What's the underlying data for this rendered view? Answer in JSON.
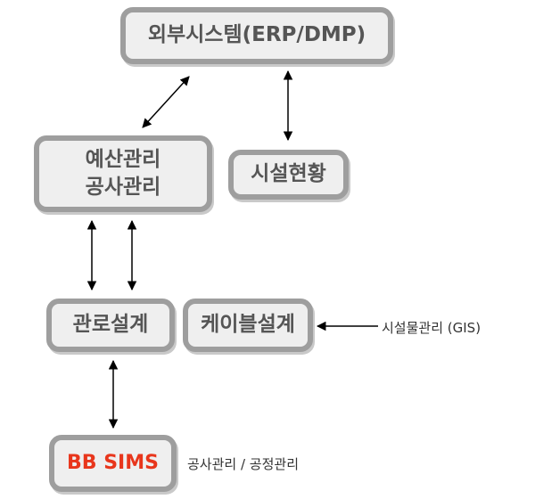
{
  "nodes": {
    "external": "외부시스템(ERP/DMP)",
    "budget_line1": "예산관리",
    "budget_line2": "공사관리",
    "facility": "시설현황",
    "conduit": "관로설계",
    "cable": "케이블설계",
    "sims": "BB SIMS"
  },
  "notes": {
    "gis": "시설물관리 (GIS)",
    "management": "공사관리 / 공정관리"
  },
  "colors": {
    "box_fill": "#efefef",
    "box_border": "#9e9e9e",
    "box_text": "#555555",
    "accent_text": "#e8361c"
  }
}
